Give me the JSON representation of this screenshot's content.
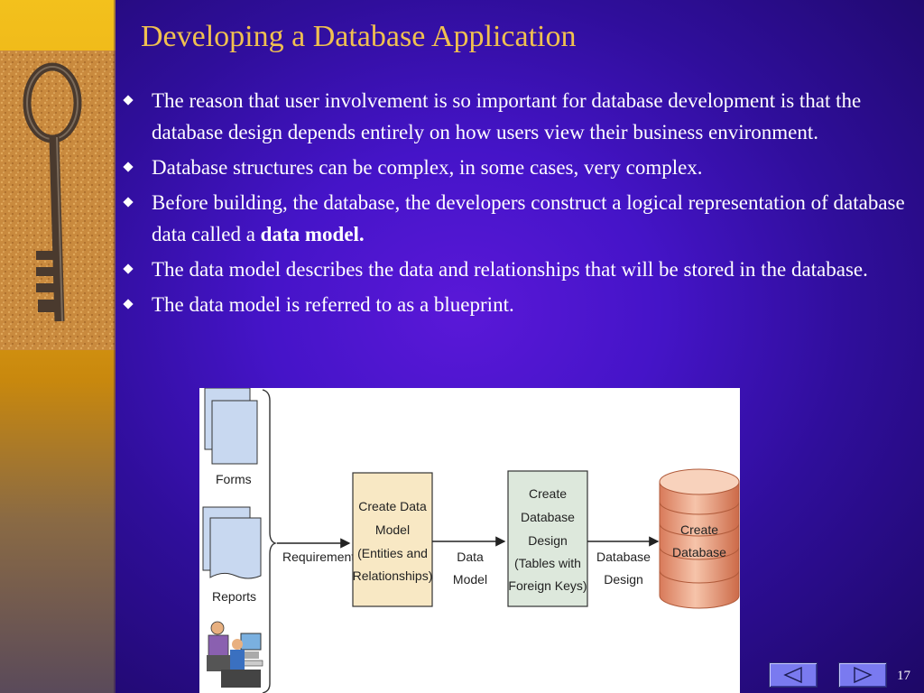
{
  "slide": {
    "title": "Developing a Database Application",
    "page_number": "17",
    "colors": {
      "background": "#4514c8",
      "title": "#f0c050",
      "text": "#ffffff",
      "side_bar": "#e8a414"
    }
  },
  "bullets": [
    {
      "text": "The reason that user involvement is so important for database development is that the database design depends entirely on how users view their business environment."
    },
    {
      "text": "Database structures can be complex, in some cases, very complex."
    },
    {
      "text_before": "Before building, the database, the developers construct a logical representation of database data called a ",
      "text_bold": "data model."
    },
    {
      "text": "The data model describes the data and relationships that will be stored in the database."
    },
    {
      "text": "The data model is referred to as a blueprint."
    }
  ],
  "diagram": {
    "inputs": {
      "forms": "Forms",
      "reports": "Reports"
    },
    "arrows": {
      "requirements": "Requirements",
      "data_model": [
        "Data",
        "Model"
      ],
      "database_design": [
        "Database",
        "Design"
      ]
    },
    "boxes": {
      "create_data_model": [
        "Create Data",
        "Model",
        "(Entities and",
        "Relationships)"
      ],
      "create_database_design": [
        "Create",
        "Database",
        "Design",
        "(Tables with",
        "Foreign Keys)"
      ],
      "create_database": [
        "Create",
        "Database"
      ]
    }
  },
  "nav": {
    "prev_icon": "triangle-left-icon",
    "next_icon": "triangle-right-icon"
  }
}
